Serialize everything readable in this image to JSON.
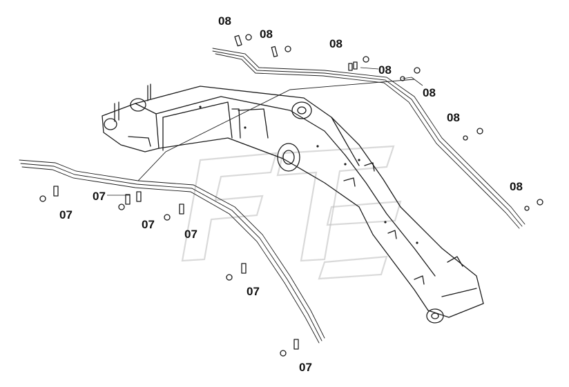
{
  "figure": {
    "background": "#ffffff",
    "ink_color": "#1a1a1a",
    "watermark_color": "#b9b9b9",
    "callouts": [
      {
        "id": "c1",
        "label": "08"
      },
      {
        "id": "c2",
        "label": "08"
      },
      {
        "id": "c3",
        "label": "08"
      },
      {
        "id": "c4",
        "label": "08"
      },
      {
        "id": "c5",
        "label": "08"
      },
      {
        "id": "c6",
        "label": "08"
      },
      {
        "id": "c7",
        "label": "08"
      },
      {
        "id": "c8",
        "label": "07"
      },
      {
        "id": "c9",
        "label": "07"
      },
      {
        "id": "c10",
        "label": "07"
      },
      {
        "id": "c11",
        "label": "07"
      },
      {
        "id": "c12",
        "label": "07"
      },
      {
        "id": "c13",
        "label": "07"
      }
    ]
  }
}
